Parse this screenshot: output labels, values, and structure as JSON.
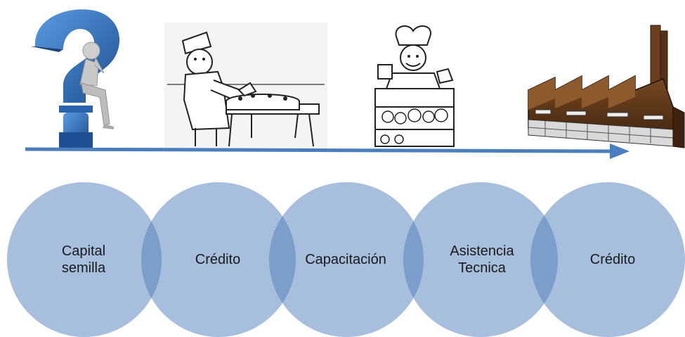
{
  "stages": [
    {
      "label": "Capital\nsemilla"
    },
    {
      "label": "Crédito"
    },
    {
      "label": "Capacitación"
    },
    {
      "label": "Asistencia\nTecnica"
    },
    {
      "label": "Crédito"
    }
  ],
  "colors": {
    "circle_fill": "#a7bfdc",
    "circle_overlap": "#7b9ecb",
    "arrow": "#4a7ebf",
    "question_mark": "#2a64ae",
    "factory": "#5c3519"
  },
  "illustrations": [
    {
      "icon": "thinking-figure-on-question-mark-icon"
    },
    {
      "icon": "baker-decorating-cake-icon"
    },
    {
      "icon": "baker-at-pastry-counter-icon"
    },
    {
      "icon": "factory-icon"
    }
  ]
}
